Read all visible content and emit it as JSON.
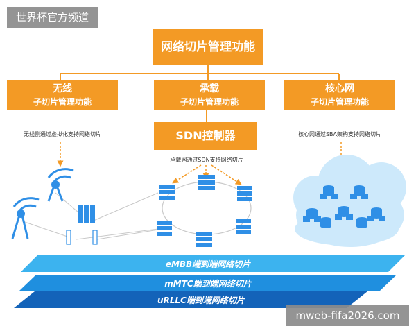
{
  "watermark": {
    "top_label": "世界杯官方频道",
    "bottom_label": "mweb-fifa2026.com"
  },
  "main": {
    "title": "网络切片管理功能"
  },
  "sub_functions": [
    {
      "title": "无线",
      "subtitle": "子切片管理功能",
      "note": "无线侧通过虚拟化支持网络切片"
    },
    {
      "title": "承载",
      "subtitle": "子切片管理功能",
      "note": "承载网通过SDN支持网络切片"
    },
    {
      "title": "核心网",
      "subtitle": "子切片管理功能",
      "note": "核心网通过SBA架构支持网络切片"
    }
  ],
  "sdn": {
    "label": "SDN控制器"
  },
  "slices": [
    {
      "label": "eMBB端到端网络切片",
      "color": "#3cb3ef"
    },
    {
      "label": "mMTC端到端网络切片",
      "color": "#1f8fdf"
    },
    {
      "label": "uRLLC端到端网络切片",
      "color": "#1363b9"
    }
  ],
  "colors": {
    "accent": "#f39a25",
    "arrow": "#f39a25",
    "connector": "#f39a25",
    "icon_blue": "#2f8fe6",
    "cloud": "#cde9fb"
  },
  "icons": [
    "antenna-icon",
    "bbu-rack-icon",
    "server-icon",
    "database-icon",
    "cloud-icon"
  ]
}
